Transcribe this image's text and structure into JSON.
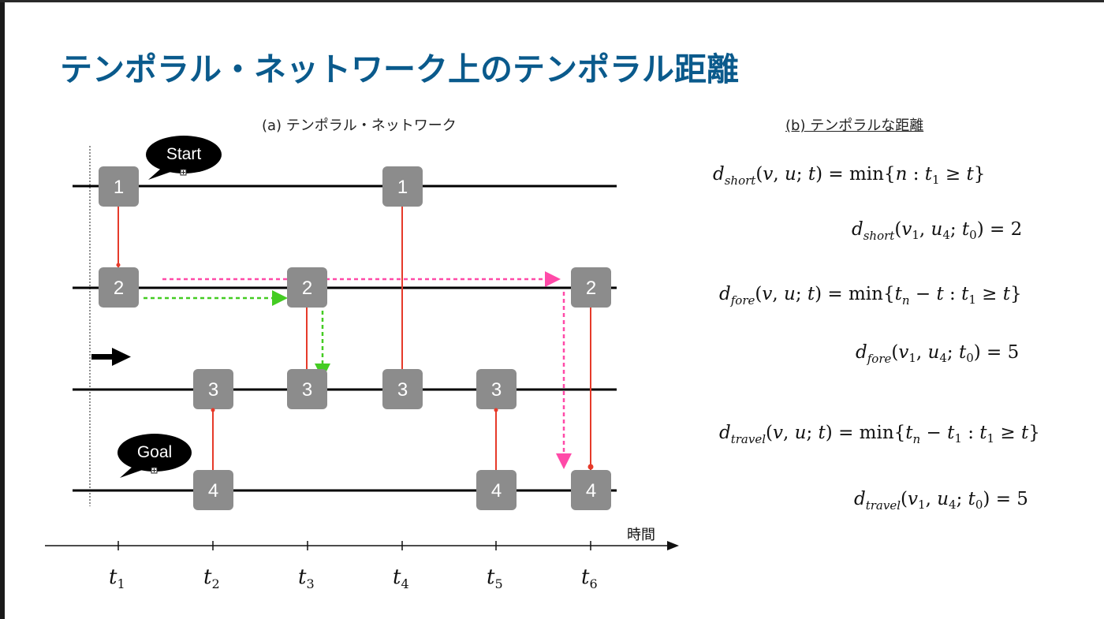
{
  "title": "テンポラル・ネットワーク上のテンポラル距離",
  "panel_a": {
    "caption": "(a) テンポラル・ネットワーク",
    "start_label": "Start",
    "goal_label": "Goal",
    "time_axis_label": "時間",
    "time_ticks": [
      "t1",
      "t2",
      "t3",
      "t4",
      "t5",
      "t6"
    ],
    "node_labels": [
      "1",
      "2",
      "3",
      "4"
    ],
    "contacts": [
      {
        "time": "t1",
        "nodes": [
          "1",
          "2"
        ]
      },
      {
        "time": "t2",
        "nodes": [
          "3",
          "4"
        ]
      },
      {
        "time": "t3",
        "nodes": [
          "2",
          "3"
        ]
      },
      {
        "time": "t4",
        "nodes": [
          "1",
          "3"
        ]
      },
      {
        "time": "t5",
        "nodes": [
          "3",
          "4"
        ]
      },
      {
        "time": "t6",
        "nodes": [
          "2",
          "4"
        ]
      }
    ]
  },
  "panel_b": {
    "caption": "(b) テンポラルな距離",
    "formulas": [
      {
        "fn": "short",
        "def": "min{n : t1 ≥ t}",
        "value": "2"
      },
      {
        "fn": "fore",
        "def": "min{tn − t : t1 ≥ t}",
        "value": "5"
      },
      {
        "fn": "travel",
        "def": "min{tn − t1 : t1 ≥ t}",
        "value": "5"
      }
    ]
  },
  "colors": {
    "title": "#0a5a8c",
    "node_fill": "#8c8c8c",
    "contact_line": "#e63a2a",
    "path_green": "#44cc22",
    "path_pink": "#ff4aa8"
  }
}
